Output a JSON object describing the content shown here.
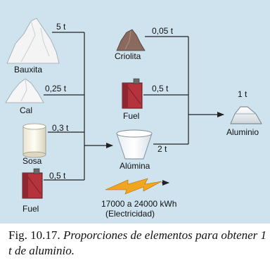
{
  "quantities": {
    "bauxita": "5 t",
    "cal": "0,25 t",
    "sosa": "0,3 t",
    "fuel_left": "0,5 t",
    "criolita": "0,05 t",
    "fuel_center": "0,5 t",
    "alumina": "2 t",
    "aluminio": "1 t"
  },
  "labels": {
    "bauxita": "Bauxita",
    "cal": "Cal",
    "sosa": "Sosa",
    "fuel_left": "Fuel",
    "criolita": "Criolita",
    "fuel_center": "Fuel",
    "alumina": "Alúmina",
    "aluminio": "Aluminio"
  },
  "electricity": {
    "amount": "17000 a 24000 kWh",
    "label": "(Electricidad)"
  },
  "caption": {
    "number": "Fig. 10.17.",
    "text": "Proporciones de elementos para obtener 1 t de aluminio."
  },
  "colors": {
    "background": "#cfe3ee",
    "line": "#222222",
    "fuel_can": "#b5333d",
    "criolita": "#8a6a5e",
    "lightning": "#f2a51f"
  }
}
